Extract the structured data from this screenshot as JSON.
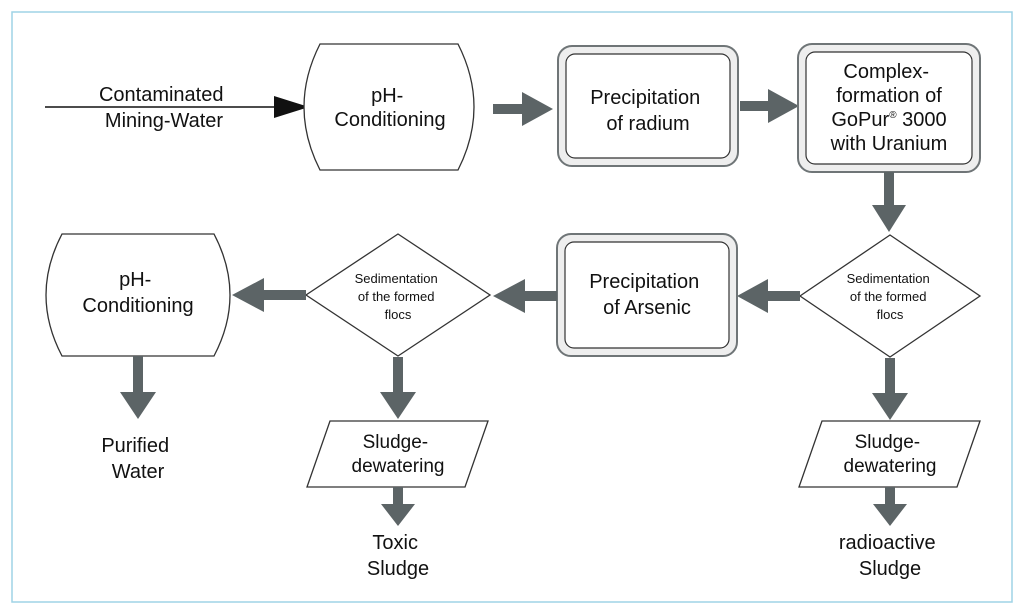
{
  "colors": {
    "frame": "#9fd3e6",
    "arrow": "#5c6466",
    "outline": "#333333",
    "double_outer": "#6f7577",
    "double_inner": "#eeeeee"
  },
  "nodes": {
    "input_label": [
      "Contaminated",
      "Mining-Water"
    ],
    "ph_conditioning_top": [
      "pH-",
      "Conditioning"
    ],
    "precipitation_radium": [
      "Precipitation",
      "of radium"
    ],
    "complex_formation": {
      "line1": "Complex-",
      "line2": "formation of",
      "line3_prefix": "GoPur",
      "line3_sup": "®",
      "line3_suffix": " 3000",
      "line4": "with Uranium"
    },
    "sedimentation_right": [
      "Sedimentation",
      "of the formed",
      "flocs"
    ],
    "precipitation_arsenic": [
      "Precipitation",
      "of Arsenic"
    ],
    "sedimentation_left": [
      "Sedimentation",
      "of the formed",
      "flocs"
    ],
    "ph_conditioning_bottom": [
      "pH-",
      "Conditioning"
    ],
    "sludge_dewatering_left": [
      "Sludge-",
      "dewatering"
    ],
    "sludge_dewatering_right": [
      "Sludge-",
      "dewatering"
    ],
    "output_purified": [
      "Purified",
      "Water"
    ],
    "output_toxic": [
      "Toxic",
      "Sludge"
    ],
    "output_radioactive": [
      "radioactive",
      "Sludge"
    ]
  }
}
